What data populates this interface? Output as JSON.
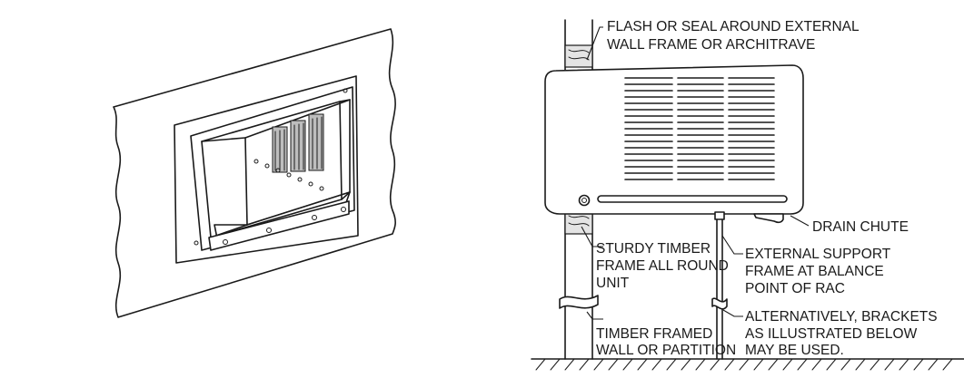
{
  "labels": {
    "flash_1": "FLASH OR SEAL AROUND EXTERNAL",
    "flash_2": "WALL FRAME OR ARCHITRAVE",
    "drain_chute": "DRAIN CHUTE",
    "sturdy_1": "STURDY TIMBER",
    "sturdy_2": "FRAME ALL ROUND",
    "sturdy_3": "UNIT",
    "support_1": "EXTERNAL SUPPORT",
    "support_2": "FRAME AT BALANCE",
    "support_3": "POINT OF RAC",
    "timber_1": "TIMBER FRAMED",
    "timber_2": "WALL OR PARTITION",
    "alt_1": "ALTERNATIVELY, BRACKETS",
    "alt_2": "AS ILLUSTRATED BELOW",
    "alt_3": "MAY BE USED."
  },
  "colors": {
    "line": "#1a1a1a",
    "background": "#ffffff",
    "timber_fill": "#e4e4e4"
  }
}
